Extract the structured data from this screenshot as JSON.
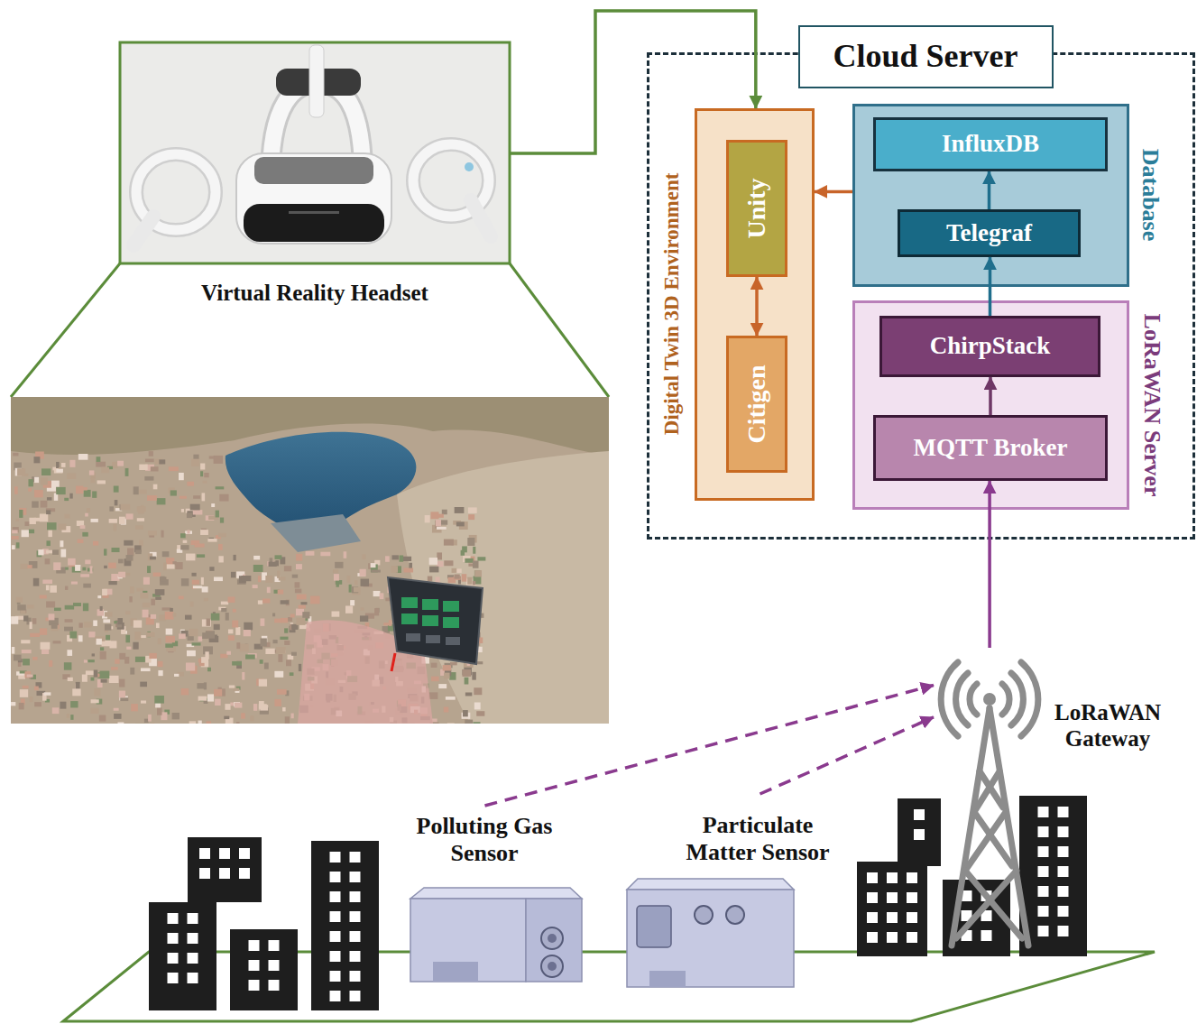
{
  "diagram": {
    "nodes": [
      {
        "text": [
          "Virtual Reality Headset"
        ]
      },
      {
        "text": [
          "Cloud Server"
        ]
      },
      {
        "text": [
          "Digital Twin 3D Environment"
        ],
        "in": 1
      },
      {
        "text": [
          "Unity"
        ],
        "in": 2
      },
      {
        "text": [
          "Citigen"
        ],
        "in": 2
      },
      {
        "text": [
          "Database"
        ],
        "in": 1
      },
      {
        "text": [
          "InfluxDB"
        ],
        "in": 5
      },
      {
        "text": [
          "Telegraf"
        ],
        "in": 5
      },
      {
        "text": [
          "LoRaWAN Server"
        ],
        "in": 1
      },
      {
        "text": [
          "ChirpStack"
        ],
        "in": 8
      },
      {
        "text": [
          "MQTT Broker"
        ],
        "in": 8
      },
      {
        "text": [
          "LoRaWAN Gateway"
        ]
      },
      {
        "text": [
          "Polluting Gas Sensor"
        ]
      },
      {
        "text": [
          "Particulate Matter Sensor"
        ]
      }
    ],
    "edges": [
      {
        "from": 0,
        "to": 2,
        "arrow": "to"
      },
      {
        "from": 5,
        "to": 2,
        "arrow": "to"
      },
      {
        "from": 3,
        "to": 4,
        "arrow": "both"
      },
      {
        "from": 7,
        "to": 6,
        "arrow": "to"
      },
      {
        "from": 10,
        "to": 9,
        "arrow": "to"
      },
      {
        "from": 9,
        "to": 7,
        "arrow": "to"
      },
      {
        "from": 11,
        "to": 10,
        "arrow": "to"
      },
      {
        "from": 12,
        "to": 11,
        "arrow": "to"
      },
      {
        "from": 13,
        "to": 11,
        "arrow": "to"
      }
    ]
  }
}
